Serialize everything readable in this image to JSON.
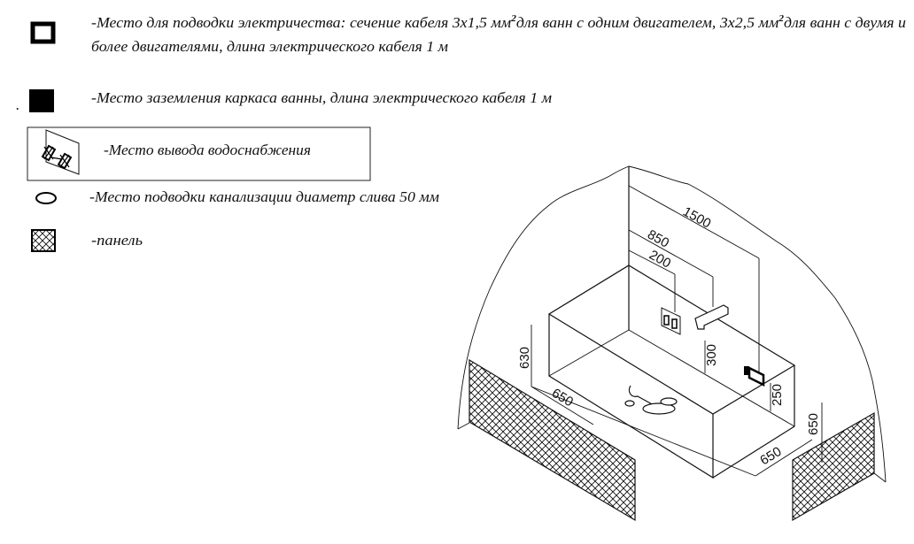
{
  "legend": {
    "electric": {
      "icon": "hollow-square-icon",
      "line1_a": "-Место для подводки электричества: сечение кабеля 3x1,5 мм",
      "sup1": "2",
      "line1_b": "для ванн с одним двигателем, 3x2,5 мм",
      "sup2": "2",
      "line1_c": "для ванн с двумя и",
      "line2": "более двигателями, длина электрического кабеля 1 м"
    },
    "ground": {
      "icon": "filled-square-icon",
      "dot": ".",
      "text": "-Место заземления каркаса ванны, длина электрического кабеля 1 м"
    },
    "water": {
      "icon": "water-outlet-icon",
      "text": "-Место вывода водоснабжения"
    },
    "drain": {
      "icon": "ellipse-icon",
      "text": "-Место подводки канализации диаметр слива 50 мм"
    },
    "panel": {
      "icon": "crosshatch-icon",
      "text": "-панель"
    }
  },
  "drawing": {
    "dimensions": {
      "length": "1500",
      "spout_offset": "850",
      "water_offset": "200",
      "height": "630",
      "water_height": "300",
      "electric_height": "250",
      "width_left": "650",
      "width_right": "650",
      "depth_right": "650"
    }
  }
}
